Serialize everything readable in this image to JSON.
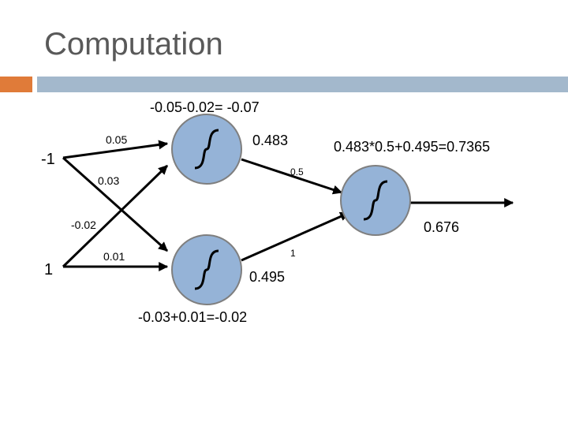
{
  "slide": {
    "title": "Computation"
  },
  "network": {
    "inputs": {
      "x1": "-1",
      "x2": "1"
    },
    "weights": {
      "w_x1_h1": "0.05",
      "w_x1_h2": "-0.02",
      "w_x2_h1": "0.03",
      "w_x2_h2": "0.01",
      "w_h1_out": "0.5",
      "w_h2_out": "1"
    },
    "hidden1": {
      "net": "-0.05-0.02= -0.07",
      "output": "0.483"
    },
    "hidden2": {
      "net": "-0.03+0.01=-0.02",
      "output": "0.495"
    },
    "output_node": {
      "net": "0.483*0.5+0.495=0.7365",
      "output": "0.676"
    }
  },
  "colors": {
    "accent_orange": "#E07B39",
    "accent_blue": "#A3B8CC",
    "node_fill": "#95B3D7",
    "node_stroke": "#7F7F7F",
    "edge": "#000000"
  }
}
